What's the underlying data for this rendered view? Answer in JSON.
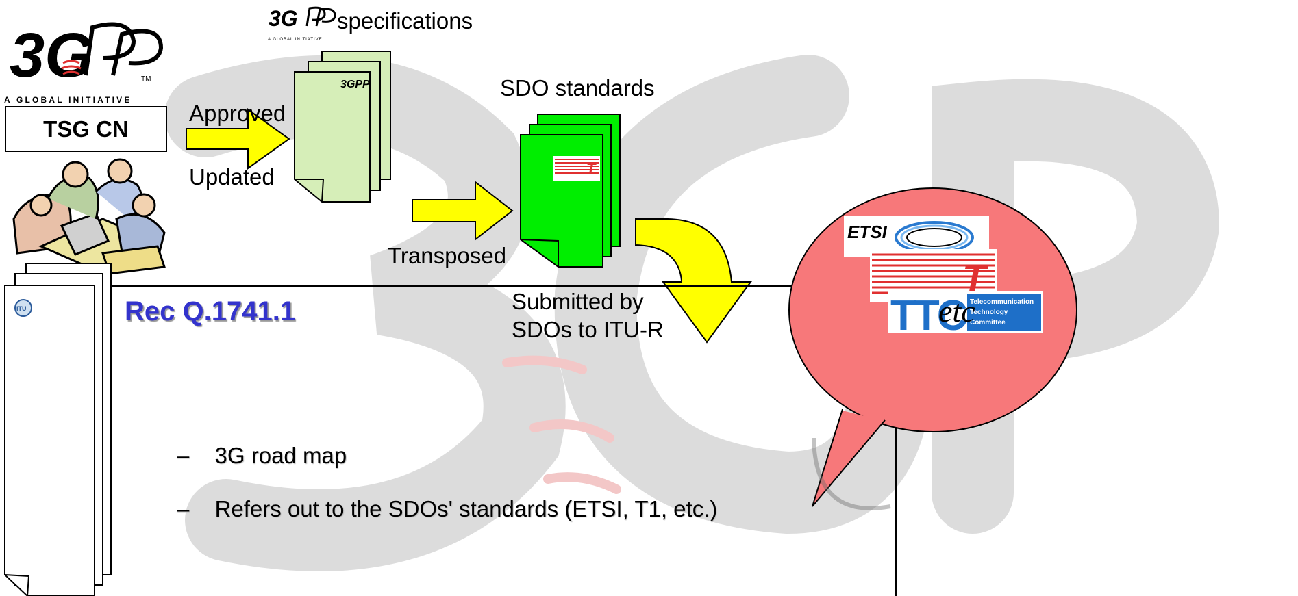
{
  "logo": {
    "brand": "3GPP",
    "tagline": "A GLOBAL INITIATIVE",
    "tm": "TM"
  },
  "tsg_box": {
    "label": "TSG CN"
  },
  "arrows": {
    "approved": "Approved",
    "updated": "Updated",
    "transposed": "Transposed",
    "submitted_line1": "Submitted by",
    "submitted_line2": "SDOs to ITU-R"
  },
  "specs": {
    "label": "specifications",
    "small_logo_text": "A GLOBAL INITIATIVE"
  },
  "sdo": {
    "label": "SDO standards"
  },
  "rec": {
    "title": "Rec Q.1741.1",
    "bullets": [
      "3G road map",
      "Refers out to the SDOs' standards (ETSI, T1, etc.)"
    ],
    "bullet_marker": "–",
    "doc_icon_text": "ITU"
  },
  "bubble": {
    "etsi_text": "ETSI",
    "ttc_line1": "Telecommunication",
    "ttc_line2": "Technology",
    "ttc_line3": "Committee",
    "etc_text": "etc"
  },
  "colors": {
    "arrow_fill": "#ffff00",
    "spec_doc": "#d6eeb8",
    "sdo_doc": "#00ee00",
    "bubble": "#f7787a",
    "rec_title": "#3333cc",
    "watermark": "#d9d9d9"
  }
}
